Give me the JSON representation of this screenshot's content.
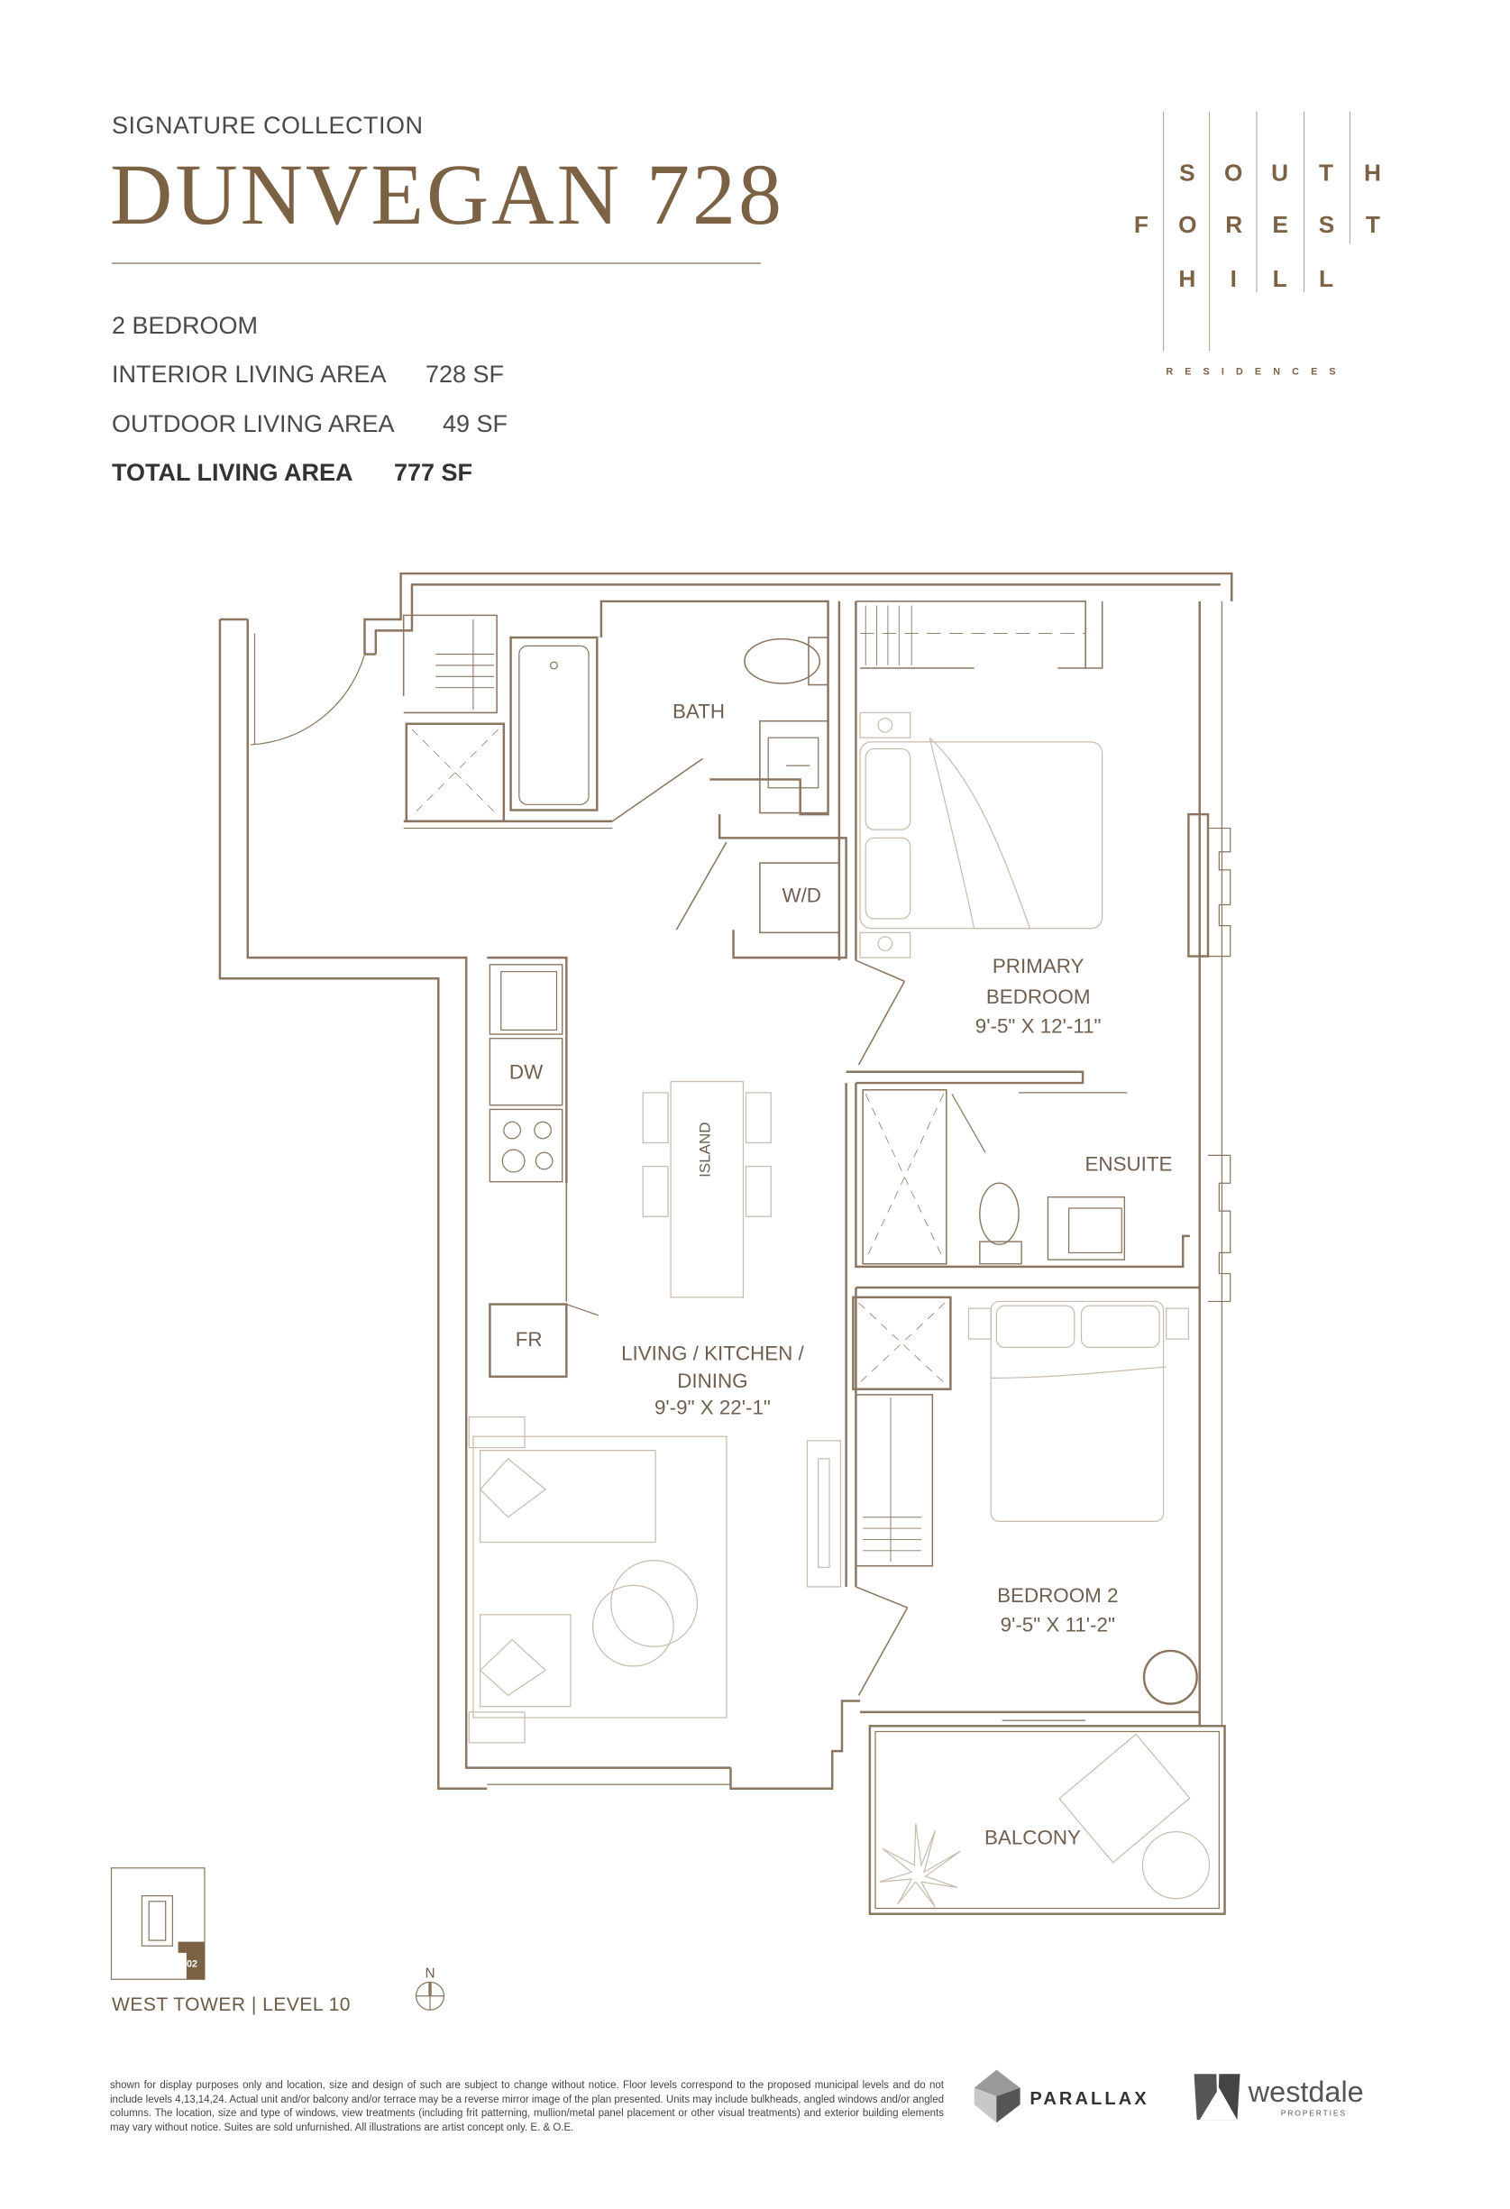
{
  "header": {
    "kicker": "SIGNATURE COLLECTION",
    "title": "DUNVEGAN 728",
    "bedrooms": "2 BEDROOM",
    "interior_label": "INTERIOR LIVING AREA",
    "interior_value": "728 SF",
    "outdoor_label": "OUTDOOR LIVING AREA",
    "outdoor_value": "49 SF",
    "total_label": "TOTAL LIVING AREA",
    "total_value": "777 SF"
  },
  "logo": {
    "lines": [
      "SOUTH",
      "FOREST",
      "HILL"
    ],
    "sub": "RESIDENCES",
    "color": "#7b6245"
  },
  "plan": {
    "rooms": {
      "bath": "BATH",
      "wd": "W/D",
      "primary_1": "PRIMARY",
      "primary_2": "BEDROOM",
      "primary_dim": "9'-5\" X 12'-11\"",
      "ensuite": "ENSUITE",
      "island": "ISLAND",
      "dw": "DW",
      "fr": "FR",
      "living_1": "LIVING / KITCHEN /",
      "living_2": "DINING",
      "living_dim": "9'-9\" X 22'-1\"",
      "bedroom2": "BEDROOM 2",
      "bedroom2_dim": "9'-5\" X 11'-2\"",
      "balcony": "BALCONY"
    },
    "line_color": "#8a7660"
  },
  "keyplan": {
    "unit": "02",
    "tower_level": "WEST TOWER | LEVEL 10",
    "north": "N"
  },
  "footer": {
    "disclaimer": "shown for display purposes only and location, size and design of such are subject to change without notice. Floor levels correspond to the proposed municipal levels and do not include levels 4,13,14,24. Actual unit and/or balcony and/or terrace may be a reverse mirror image of the plan presented. Units may include bulkheads, angled windows and/or angled columns. The location, size and type of windows, view treatments (including frit patterning, mullion/metal panel placement or other visual treatments) and exterior building elements may vary without notice. Suites are sold unfurnished. All illustrations are artist concept only. E. & O.E.",
    "parallax": "PARALLAX",
    "westdale": "westdale",
    "westdale_sub": "PROPERTIES"
  }
}
